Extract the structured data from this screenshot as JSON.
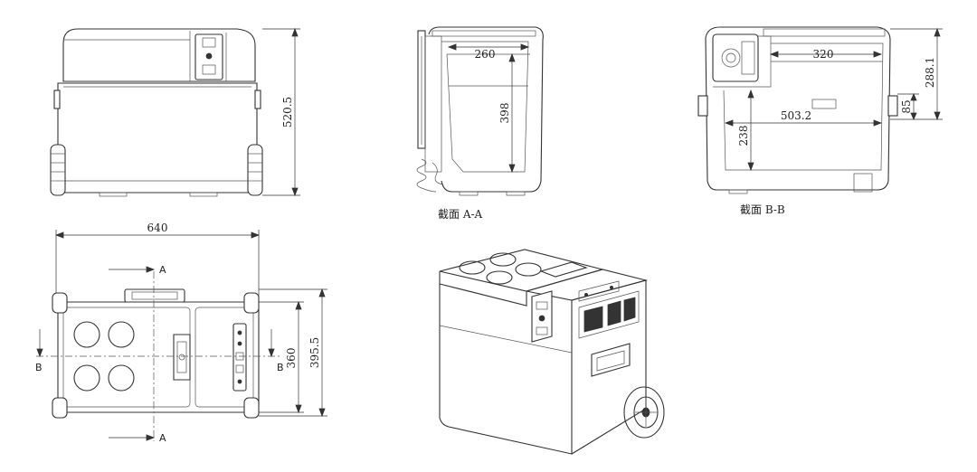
{
  "views": {
    "front": {
      "height_dim": "520.5"
    },
    "section_aa": {
      "dim_width": "260",
      "dim_height": "398",
      "caption": "截面  A-A"
    },
    "section_bb": {
      "dim_width": "320",
      "dim_inner_width": "503.2",
      "dim_height_left": "238",
      "dim_height_right": "288.1",
      "dim_small": "85",
      "caption": "截面  B-B"
    },
    "top": {
      "dim_width": "640",
      "dim_depth": "395.5",
      "dim_inner_depth": "360",
      "cut_label_a_top": "A",
      "cut_label_a_bottom": "A",
      "cut_label_b_left": "B",
      "cut_label_b_right": "B"
    }
  }
}
